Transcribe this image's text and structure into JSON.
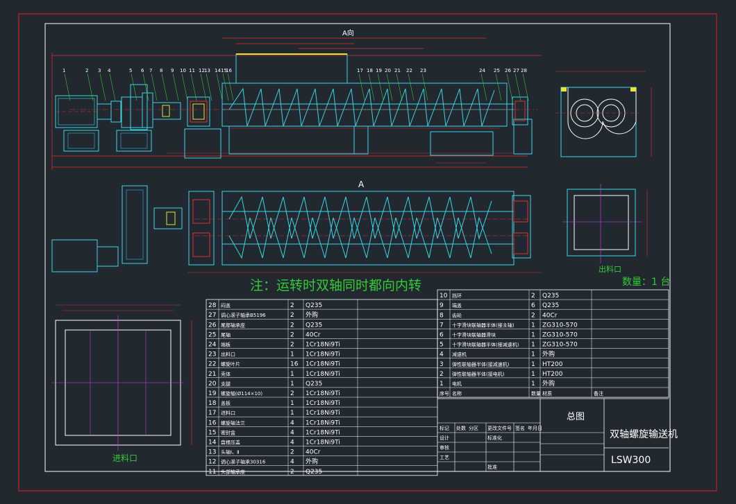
{
  "sheet": {
    "border_color": "#cc1f1f",
    "frame_color": "#ffffff",
    "background": "#212830"
  },
  "colors": {
    "cyan": "#39d9e6",
    "green": "#33cc33",
    "yellow": "#e6e633",
    "red": "#e03030",
    "magenta": "#e040e0",
    "white": "#ffffff"
  },
  "views": {
    "front_view_label": "A向",
    "section_marker": "A",
    "outlet_label": "出料口",
    "inlet_label": "进料口"
  },
  "notes": {
    "rotation_note": "注：运转时双轴同时都向内转",
    "quantity_note": "数量：1 台"
  },
  "part_callouts": [
    "1",
    "2",
    "3",
    "4",
    "5",
    "6",
    "7",
    "8",
    "9",
    "10",
    "11",
    "12",
    "13",
    "14",
    "15",
    "16",
    "17",
    "18",
    "19",
    "20",
    "21",
    "22",
    "23",
    "24",
    "25",
    "26",
    "27",
    "28"
  ],
  "bom_left": [
    {
      "no": "28",
      "name": "闷盖",
      "qty": "2",
      "material": "Q235",
      "note": ""
    },
    {
      "no": "27",
      "name": "调心滚子轴承B5196",
      "qty": "2",
      "material": "外购",
      "note": ""
    },
    {
      "no": "26",
      "name": "尾部轴承座",
      "qty": "2",
      "material": "Q235",
      "note": ""
    },
    {
      "no": "25",
      "name": "尾轴",
      "qty": "2",
      "material": "40Cr",
      "note": ""
    },
    {
      "no": "24",
      "name": "端板",
      "qty": "2",
      "material": "1Cr18Ni9Ti",
      "note": ""
    },
    {
      "no": "23",
      "name": "出料口",
      "qty": "1",
      "material": "1Cr18Ni9Ti",
      "note": ""
    },
    {
      "no": "22",
      "name": "螺旋叶片",
      "qty": "16",
      "material": "1Cr18Ni9Ti",
      "note": ""
    },
    {
      "no": "21",
      "name": "壳体",
      "qty": "1",
      "material": "1Cr18Ni9Ti",
      "note": ""
    },
    {
      "no": "20",
      "name": "支腿",
      "qty": "1",
      "material": "Q235",
      "note": ""
    },
    {
      "no": "19",
      "name": "螺旋轴(Ø114×10)",
      "qty": "2",
      "material": "1Cr18Ni9Ti",
      "note": ""
    },
    {
      "no": "18",
      "name": "盖板",
      "qty": "1",
      "material": "1Cr18Ni9Ti",
      "note": ""
    },
    {
      "no": "17",
      "name": "进料口",
      "qty": "1",
      "material": "1Cr18Ni9Ti",
      "note": ""
    },
    {
      "no": "16",
      "name": "螺旋轴法兰",
      "qty": "4",
      "material": "1Cr18Ni9Ti",
      "note": ""
    },
    {
      "no": "15",
      "name": "密封盒",
      "qty": "4",
      "material": "1Cr18Ni9Ti",
      "note": ""
    },
    {
      "no": "14",
      "name": "盘根压盖",
      "qty": "4",
      "material": "1Cr18Ni9Ti",
      "note": ""
    },
    {
      "no": "13",
      "name": "头轴Ⅰ、Ⅱ",
      "qty": "2",
      "material": "40Cr",
      "note": ""
    },
    {
      "no": "12",
      "name": "调心滚子轴承30316",
      "qty": "4",
      "material": "外购",
      "note": ""
    },
    {
      "no": "11",
      "name": "头部轴承座",
      "qty": "2",
      "material": "Q235",
      "note": ""
    }
  ],
  "bom_right": [
    {
      "no": "10",
      "name": "挡环",
      "qty": "2",
      "material": "Q235",
      "note": ""
    },
    {
      "no": "9",
      "name": "端盖",
      "qty": "6",
      "material": "Q235",
      "note": ""
    },
    {
      "no": "8",
      "name": "齿轮",
      "qty": "2",
      "material": "40Cr",
      "note": ""
    },
    {
      "no": "7",
      "name": "十字滑块联轴器半体(接主轴)",
      "qty": "1",
      "material": "ZG310-570",
      "note": ""
    },
    {
      "no": "6",
      "name": "十字滑块联轴器滑块",
      "qty": "1",
      "material": "ZG310-570",
      "note": ""
    },
    {
      "no": "5",
      "name": "十字滑块联轴器半体(接减速机)",
      "qty": "1",
      "material": "ZG310-570",
      "note": ""
    },
    {
      "no": "4",
      "name": "减速机",
      "qty": "1",
      "material": "外购",
      "note": ""
    },
    {
      "no": "3",
      "name": "弹性联轴器半体(接减速机)",
      "qty": "1",
      "material": "HT200",
      "note": ""
    },
    {
      "no": "2",
      "name": "弹性联轴器半体(接电机)",
      "qty": "1",
      "material": "HT200",
      "note": ""
    },
    {
      "no": "1",
      "name": "电机",
      "qty": "1",
      "material": "外购",
      "note": ""
    }
  ],
  "bom_header": {
    "no": "序号",
    "name": "名称",
    "qty": "数量",
    "material": "材质",
    "note": "备注"
  },
  "title_block": {
    "assembly_label": "总图",
    "drawing_title": "双轴螺旋输送机",
    "model": "LSW300",
    "rows": [
      "标记",
      "处数",
      "分区",
      "更改文件号",
      "签名",
      "年月日",
      "设计",
      "标准化",
      "审核",
      "工艺",
      "批准"
    ]
  }
}
